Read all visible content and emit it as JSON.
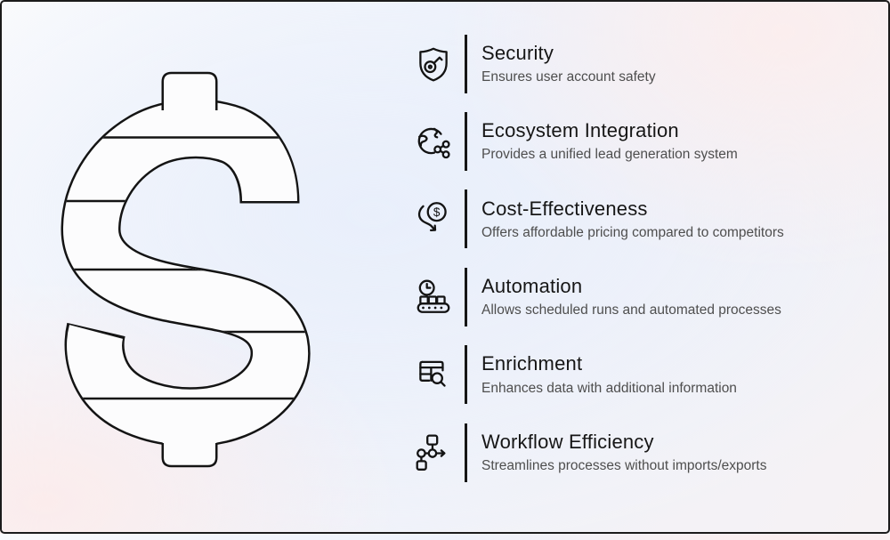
{
  "canvas": {
    "border_color": "#1b1b1b"
  },
  "illustration": {
    "name": "striped-dollar-sign",
    "fill": "#fcfcfd",
    "stroke": "#141414",
    "stripe_count": 5
  },
  "colors": {
    "title": "#161616",
    "description": "#4e4e4e",
    "icon_stroke": "#131313",
    "divider": "#161616",
    "background_blue": "#e9effb",
    "background_pink": "#fbeeee"
  },
  "features": [
    {
      "icon": "shield-key-icon",
      "title": "Security",
      "description": "Ensures user account safety"
    },
    {
      "icon": "globe-network-icon",
      "title": "Ecosystem Integration",
      "description": "Provides a unified lead generation system"
    },
    {
      "icon": "coin-discount-icon",
      "title": "Cost-Effectiveness",
      "description": "Offers affordable pricing compared to competitors"
    },
    {
      "icon": "clock-conveyor-icon",
      "title": "Automation",
      "description": "Allows scheduled runs and automated processes"
    },
    {
      "icon": "table-magnifier-icon",
      "title": "Enrichment",
      "description": "Enhances data with additional information"
    },
    {
      "icon": "flowchart-arrow-icon",
      "title": "Workflow Efficiency",
      "description": "Streamlines processes without imports/exports"
    }
  ]
}
